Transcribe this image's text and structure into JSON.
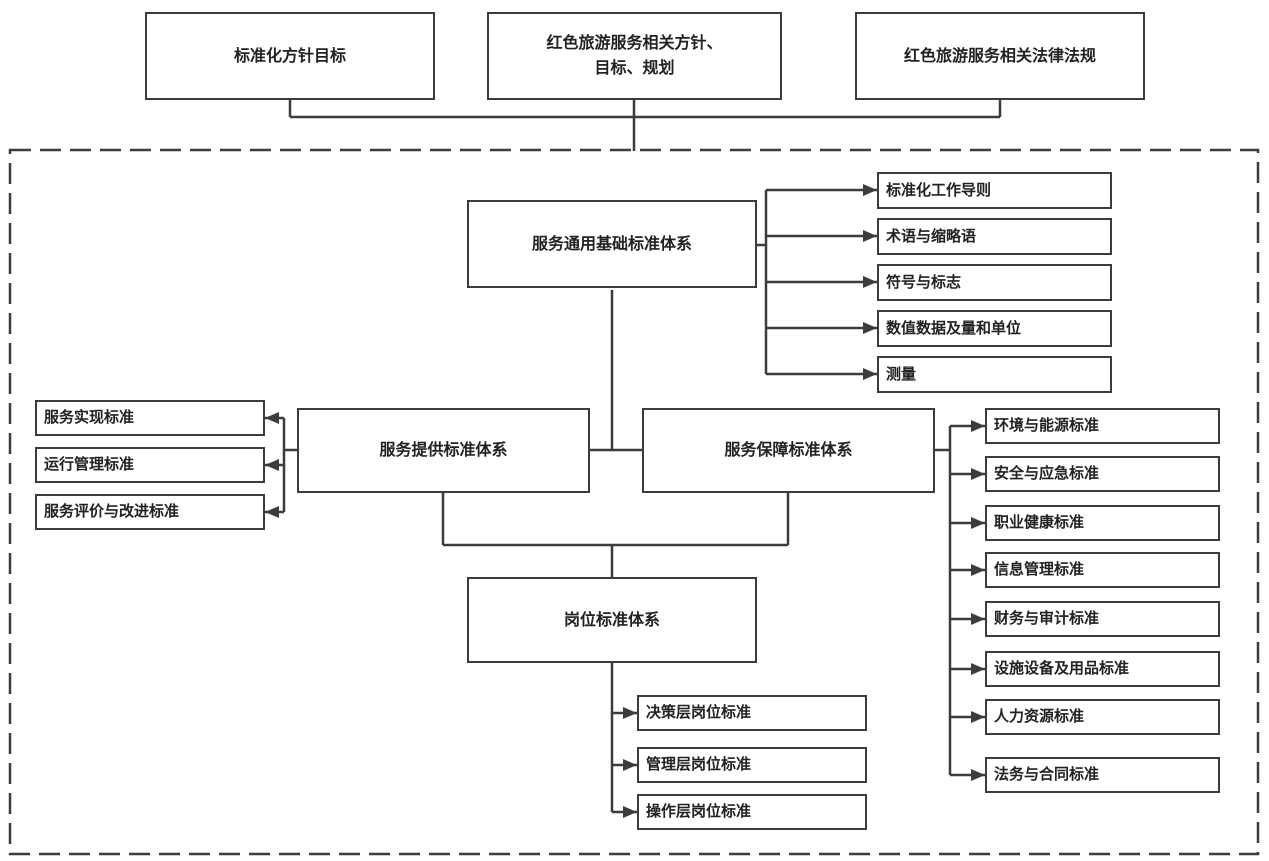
{
  "diagram": {
    "top_nodes": [
      "标准化方针目标",
      "红色旅游服务相关方针、\n目标、规划",
      "红色旅游服务相关法律法规"
    ],
    "systems": {
      "general": "服务通用基础标准体系",
      "provide": "服务提供标准体系",
      "guarantee": "服务保障标准体系",
      "position": "岗位标准体系"
    },
    "general_items": [
      "标准化工作导则",
      "术语与缩略语",
      "符号与标志",
      "数值数据及量和单位",
      "测量"
    ],
    "provide_items": [
      "服务实现标准",
      "运行管理标准",
      "服务评价与改进标准"
    ],
    "guarantee_items": [
      "环境与能源标准",
      "安全与应急标准",
      "职业健康标准",
      "信息管理标准",
      "财务与审计标准",
      "设施设备及用品标准",
      "人力资源标准",
      "法务与合同标准"
    ],
    "position_items": [
      "决策层岗位标准",
      "管理层岗位标准",
      "操作层岗位标准"
    ],
    "colors": {
      "line": "#3c3c3c",
      "text": "#222222",
      "background": "#ffffff"
    }
  }
}
